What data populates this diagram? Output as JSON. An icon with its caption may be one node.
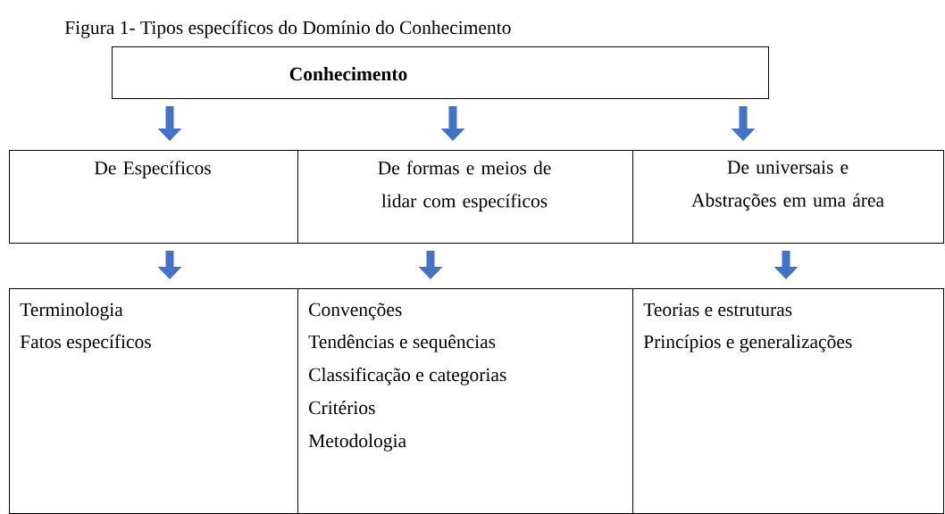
{
  "diagram": {
    "title": "Figura 1- Tipos específicos do Domínio do Conhecimento",
    "nodes": [
      {
        "text": [
          "Conhecimento"
        ]
      },
      {
        "text": [
          "De Específicos"
        ]
      },
      {
        "text": [
          "De formas e meios de lidar com específicos"
        ]
      },
      {
        "text": [
          "De universais e Abstrações em uma área"
        ]
      },
      {
        "text": [
          "Terminologia",
          "Fatos específicos"
        ]
      },
      {
        "text": [
          "Convenções",
          "Tendências e sequências",
          "Classificação e categorias",
          "Critérios",
          "Metodologia"
        ]
      },
      {
        "text": [
          "Teorias e estruturas",
          "Princípios e generalizações"
        ]
      }
    ],
    "edges": [
      {
        "from": 0,
        "to": 1,
        "arrow": "to"
      },
      {
        "from": 0,
        "to": 2,
        "arrow": "to"
      },
      {
        "from": 0,
        "to": 3,
        "arrow": "to"
      },
      {
        "from": 1,
        "to": 4,
        "arrow": "to"
      },
      {
        "from": 2,
        "to": 5,
        "arrow": "to"
      },
      {
        "from": 3,
        "to": 6,
        "arrow": "to"
      }
    ]
  }
}
